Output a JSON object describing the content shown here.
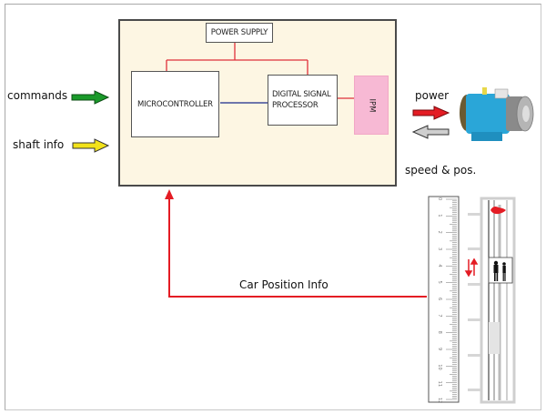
{
  "diagram": {
    "controller": {
      "power_supply": "POWER SUPPLY",
      "microcontroller": "MICROCONTROLLER",
      "dsp_line1": "DIGITAL SIGNAL",
      "dsp_line2": "PROCESSOR",
      "ipm": "IPM"
    },
    "inputs": {
      "commands": "commands",
      "shaft_info": "shaft info"
    },
    "motor_side": {
      "power": "power",
      "speed_pos": "speed & pos."
    },
    "feedback": {
      "car_position": "Car Position Info"
    },
    "ruler_labels": [
      "0",
      "1",
      "2",
      "3",
      "4",
      "5",
      "6",
      "7",
      "8",
      "9",
      "10",
      "11",
      "12"
    ],
    "colors": {
      "controller_bg": "#fdf6e3",
      "ipm": "#f7b9d4",
      "power_line": "#e0303a",
      "data_line": "#1a2a8c",
      "commands_arrow": "#1a9a2a",
      "shaft_arrow": "#f2e21a",
      "power_arrow": "#e41c24",
      "speed_arrow": "#cfcfcf",
      "motor_body": "#2aa6d8"
    }
  }
}
